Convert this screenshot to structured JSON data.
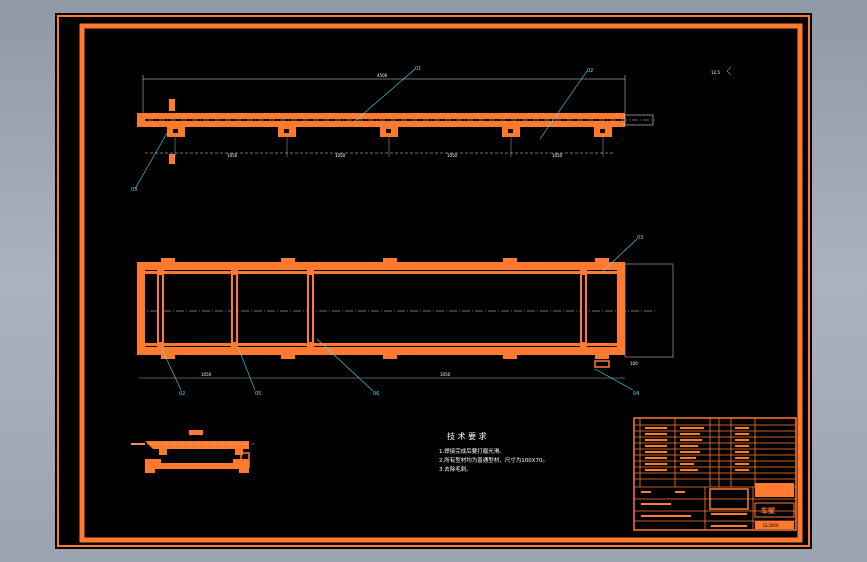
{
  "tech_requirements": {
    "title": "技 术 要 求",
    "items": [
      "1.焊接完成后要打磨光滑。",
      "2.所有型材均为普通型材，尺寸为100X70。",
      "3.去除毛刺。"
    ]
  },
  "balloons": {
    "top_1": "01",
    "top_2": "02",
    "top_left": "03",
    "plan_right_top": "03",
    "plan_b1": "02",
    "plan_b2": "05",
    "plan_b3": "06",
    "plan_b4": "04"
  },
  "title_block": {
    "drawing_name": "车架",
    "drawing_no": "GL2009"
  },
  "colors": {
    "frame": "#ff7a2f",
    "background": "#000000",
    "leader": "#48e0ff"
  }
}
